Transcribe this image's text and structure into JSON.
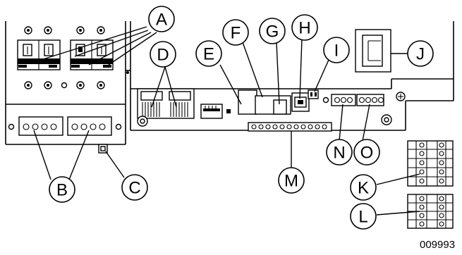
{
  "figure_number": "009993",
  "callouts": {
    "A": "A",
    "B": "B",
    "C": "C",
    "D": "D",
    "E": "E",
    "F": "F",
    "G": "G",
    "H": "H",
    "I": "I",
    "J": "J",
    "K": "K",
    "L": "L",
    "M": "M",
    "N": "N",
    "O": "O"
  }
}
